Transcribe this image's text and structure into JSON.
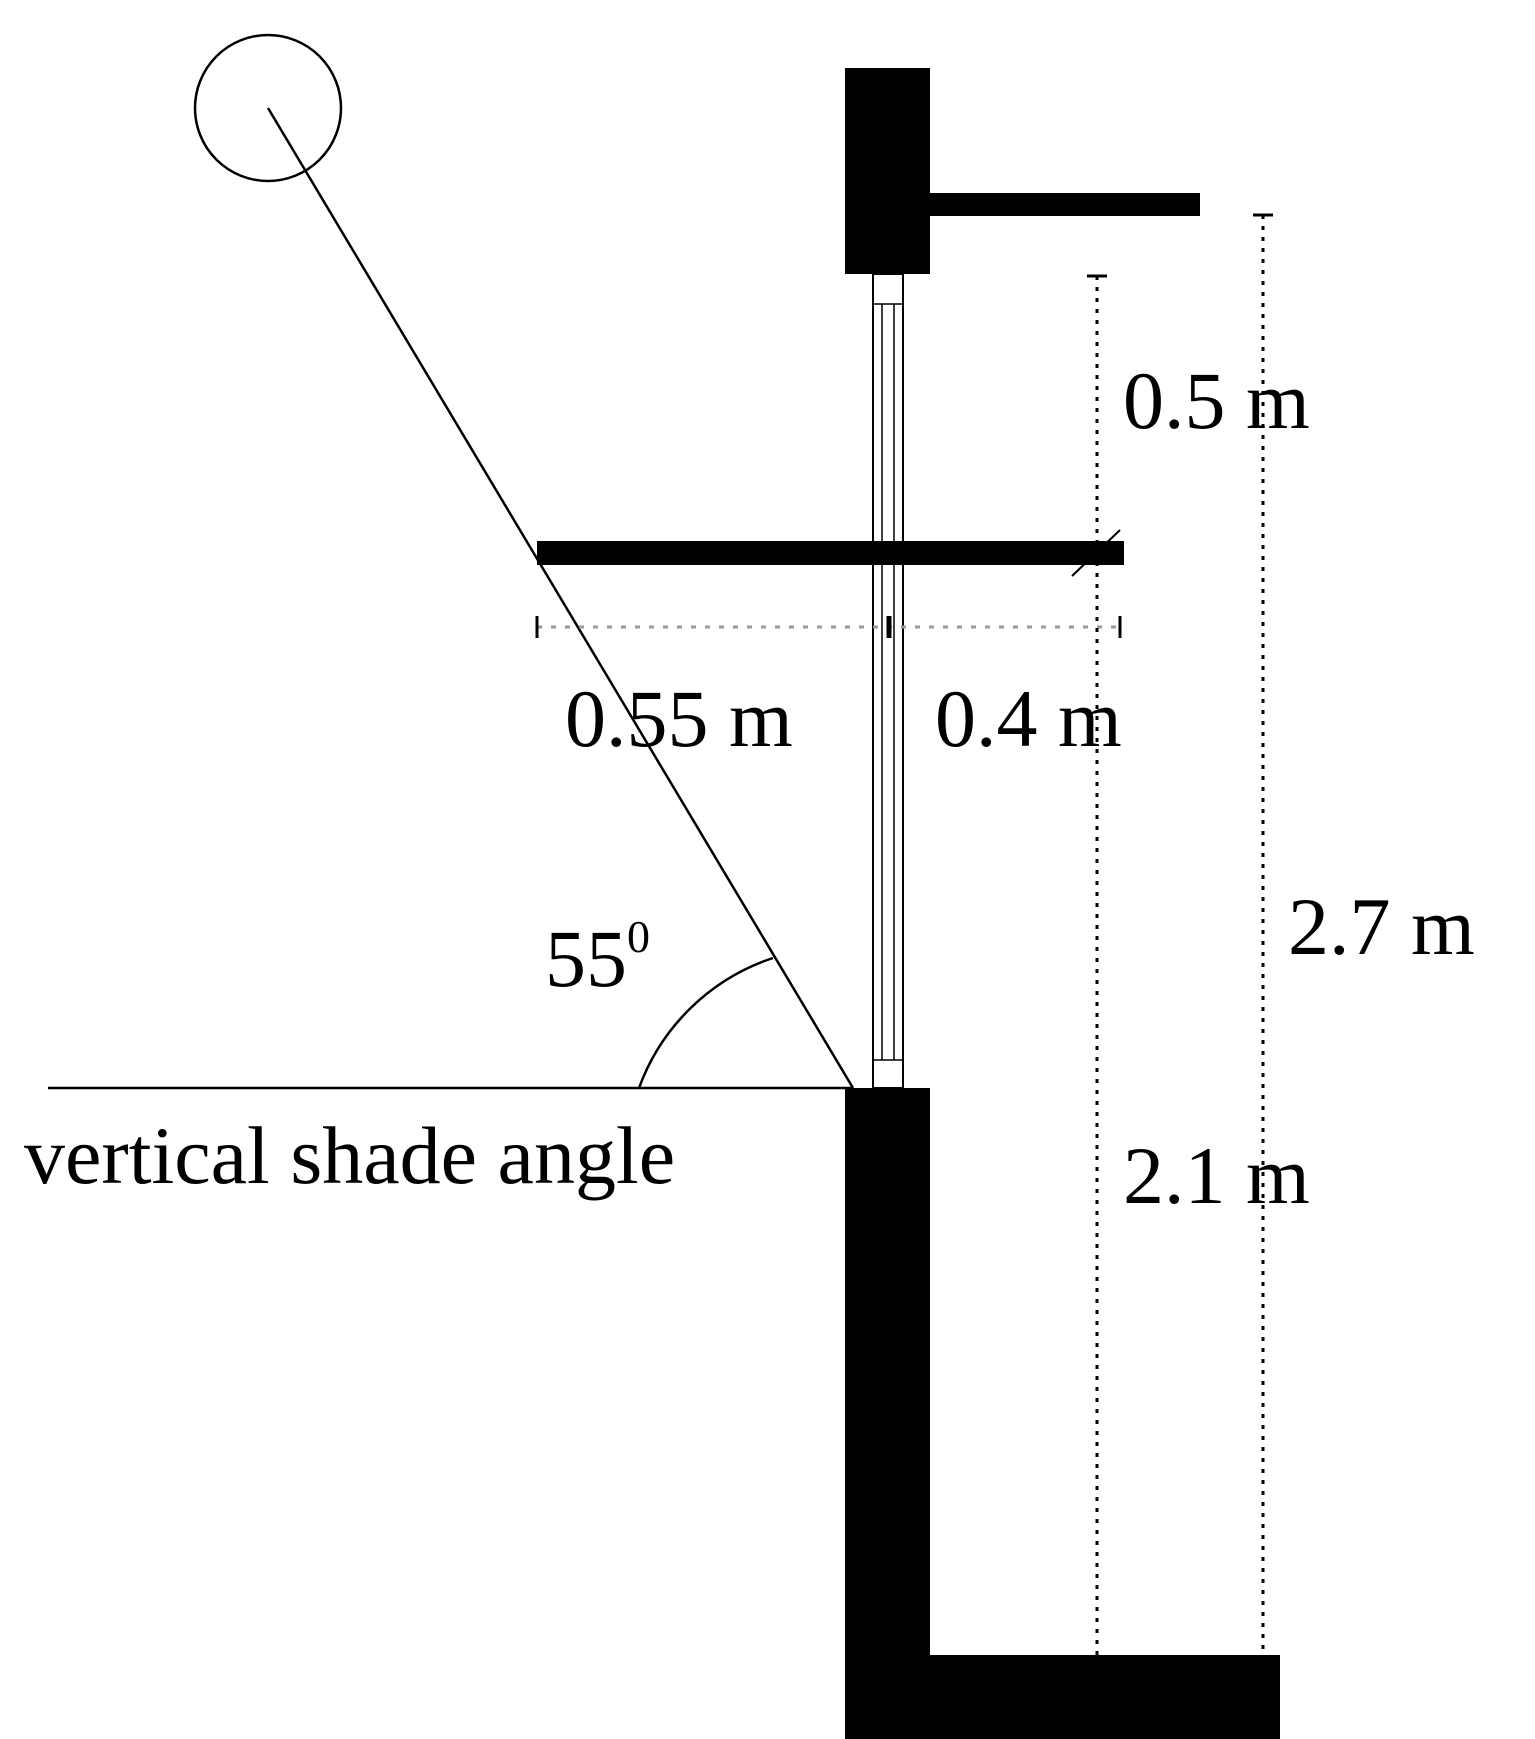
{
  "labels": {
    "top_gap": "0.5 m",
    "window_height": "2.1 m",
    "total_height": "2.7 m",
    "overhang_outer": "0.55 m",
    "overhang_inner": "0.4 m",
    "angle_value": "55",
    "angle_degree_mark": "0",
    "caption": "vertical shade angle"
  },
  "colors": {
    "ink": "#000000",
    "dotted_light": "#9a9a9a",
    "background": "#ffffff"
  },
  "icons": {
    "sun": "sun-icon"
  }
}
